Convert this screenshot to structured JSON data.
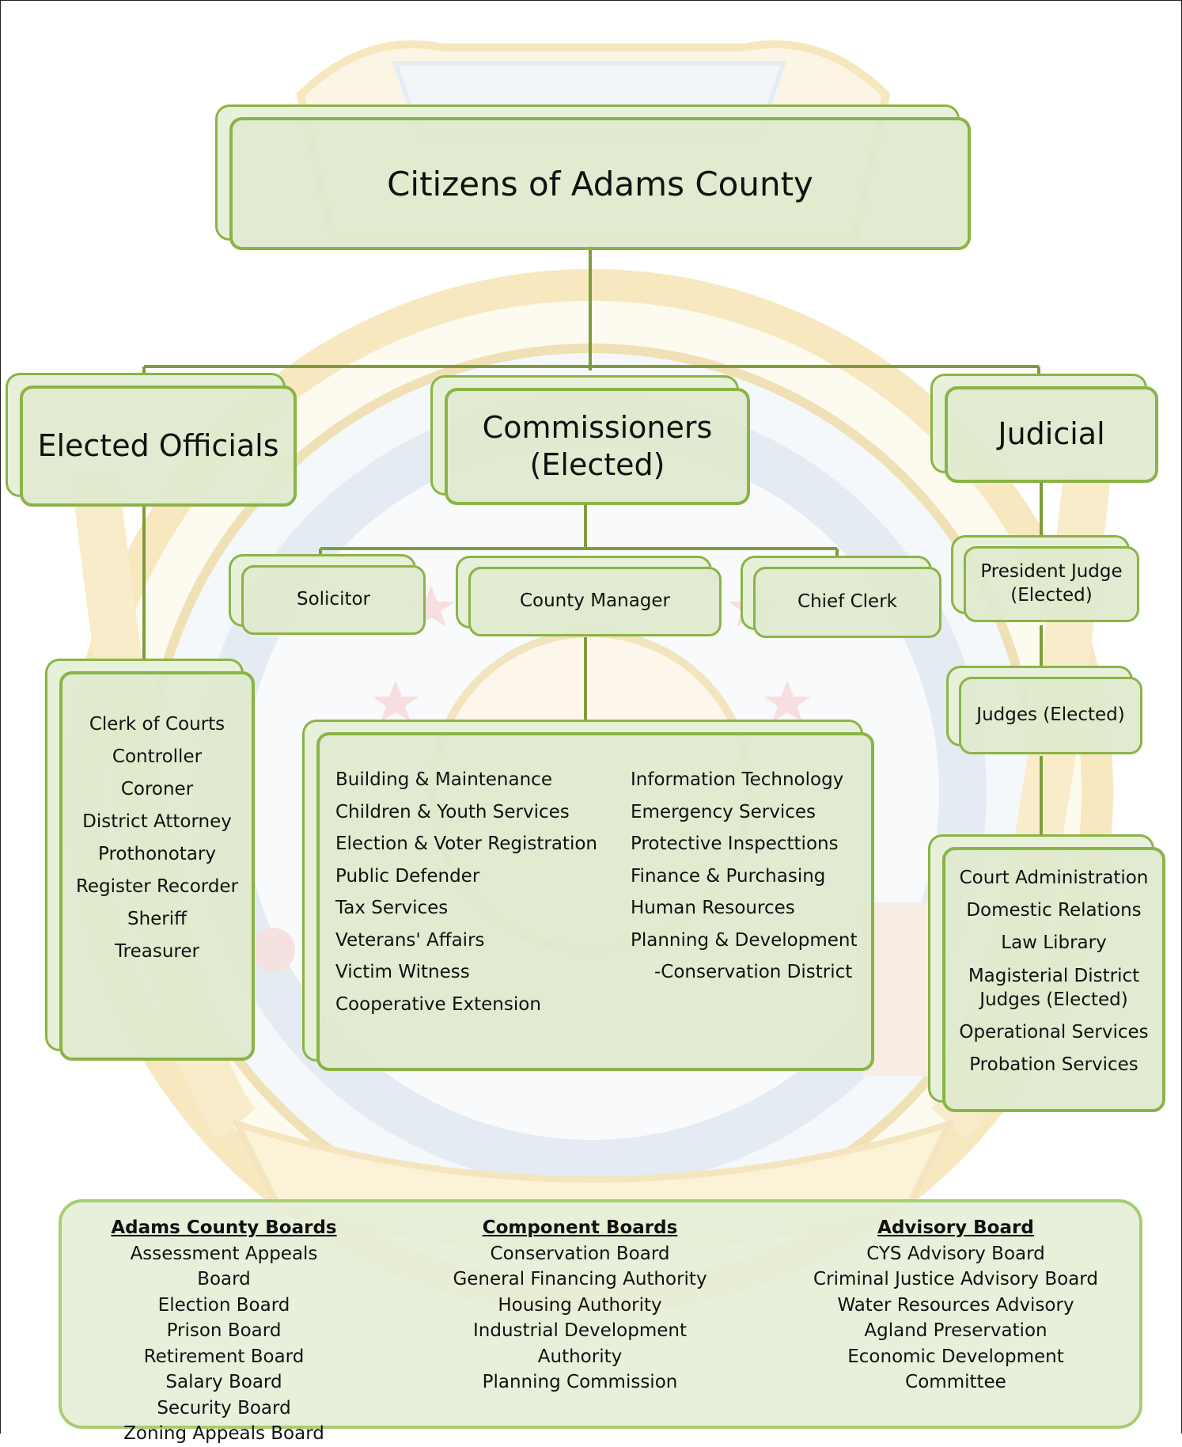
{
  "top": {
    "title": "Citizens of Adams County"
  },
  "branches": {
    "elected_officials": "Elected Officials",
    "commissioners_line1": "Commissioners",
    "commissioners_line2": "(Elected)",
    "judicial": "Judicial"
  },
  "staff": {
    "solicitor": "Solicitor",
    "county_manager": "County Manager",
    "chief_clerk": "Chief Clerk"
  },
  "judges": {
    "president_line1": "President Judge",
    "president_line2": "(Elected)",
    "judges": "Judges (Elected)"
  },
  "elected_list": [
    "Clerk of Courts",
    "Controller",
    "Coroner",
    "District Attorney",
    "Prothonotary",
    "Register Recorder",
    "Sheriff",
    "Treasurer"
  ],
  "departments": {
    "left": [
      "Building & Maintenance",
      "Children & Youth Services",
      "Election & Voter Registration",
      "Public Defender",
      "Tax Services",
      "Veterans' Affairs",
      "Victim Witness",
      "Cooperative Extension"
    ],
    "right": [
      "Information Technology",
      "Emergency Services",
      "Protective Inspecttions",
      "Finance & Purchasing",
      "Human Resources",
      "Planning & Development",
      "-Conservation District"
    ]
  },
  "judicial_list": [
    "Court Administration",
    "Domestic Relations",
    "Law Library",
    "Magisterial District",
    "Judges (Elected)",
    "Operational Services",
    "Probation Services"
  ],
  "boards": {
    "adams": {
      "heading": "Adams County Boards",
      "items": [
        "Assessment Appeals Board",
        "Election Board",
        "Prison Board",
        "Retirement Board",
        "Salary Board",
        "Security Board",
        "Zoning Appeals Board"
      ]
    },
    "component": {
      "heading": "Component Boards",
      "items": [
        "Conservation Board",
        "General Financing Authority",
        "Housing Authority",
        "Industrial Development Authority",
        "Planning Commission"
      ]
    },
    "advisory": {
      "heading": "Advisory Board",
      "items": [
        "CYS Advisory Board",
        "Criminal Justice Advisory Board",
        "Water Resources Advisory",
        "Agland Preservation",
        "Economic Development Committee"
      ]
    }
  },
  "colors": {
    "box_fill": "#dee9cd",
    "box_border": "#8ab446",
    "connector": "#7f9c3c",
    "seal_gold": "#f3d98a",
    "seal_blue": "#c9d9ea"
  }
}
